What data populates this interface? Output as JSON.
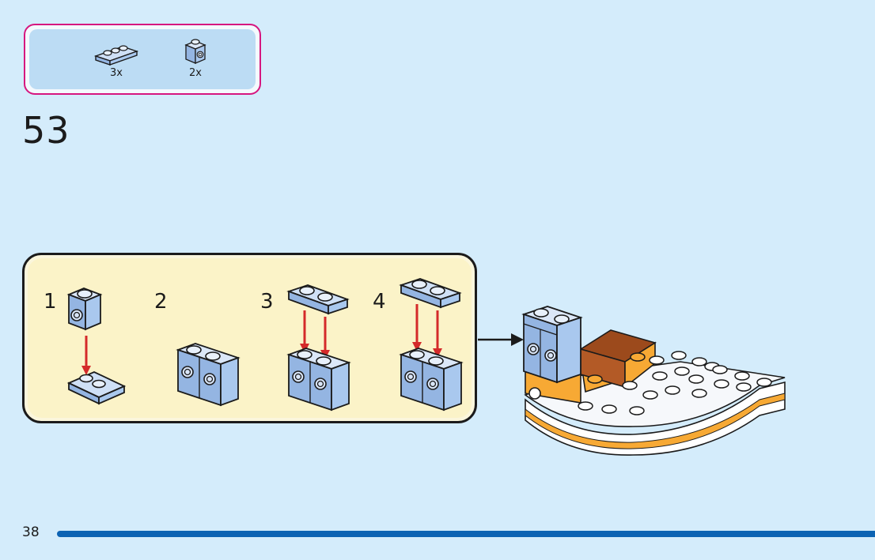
{
  "parts": [
    {
      "name": "plate-1x3",
      "qty": "3x",
      "color": "#a9c8ee"
    },
    {
      "name": "brick-1x1-stud-side",
      "qty": "2x",
      "color": "#a9c8ee"
    }
  ],
  "step": {
    "number": "53"
  },
  "substeps": [
    {
      "label": "1"
    },
    {
      "label": "2"
    },
    {
      "label": "3"
    },
    {
      "label": "4"
    }
  ],
  "colors": {
    "background": "#d4ecfb",
    "parts_border": "#d6167f",
    "substep_bg": "#fbf3c8",
    "brick_blue": "#a9c8ee",
    "arrow_red": "#d42a2a",
    "progress_bar": "#0c63b3",
    "orange": "#f7a934",
    "brown": "#9c4a1c",
    "white": "#ffffff"
  },
  "footer": {
    "page_number": "38"
  }
}
